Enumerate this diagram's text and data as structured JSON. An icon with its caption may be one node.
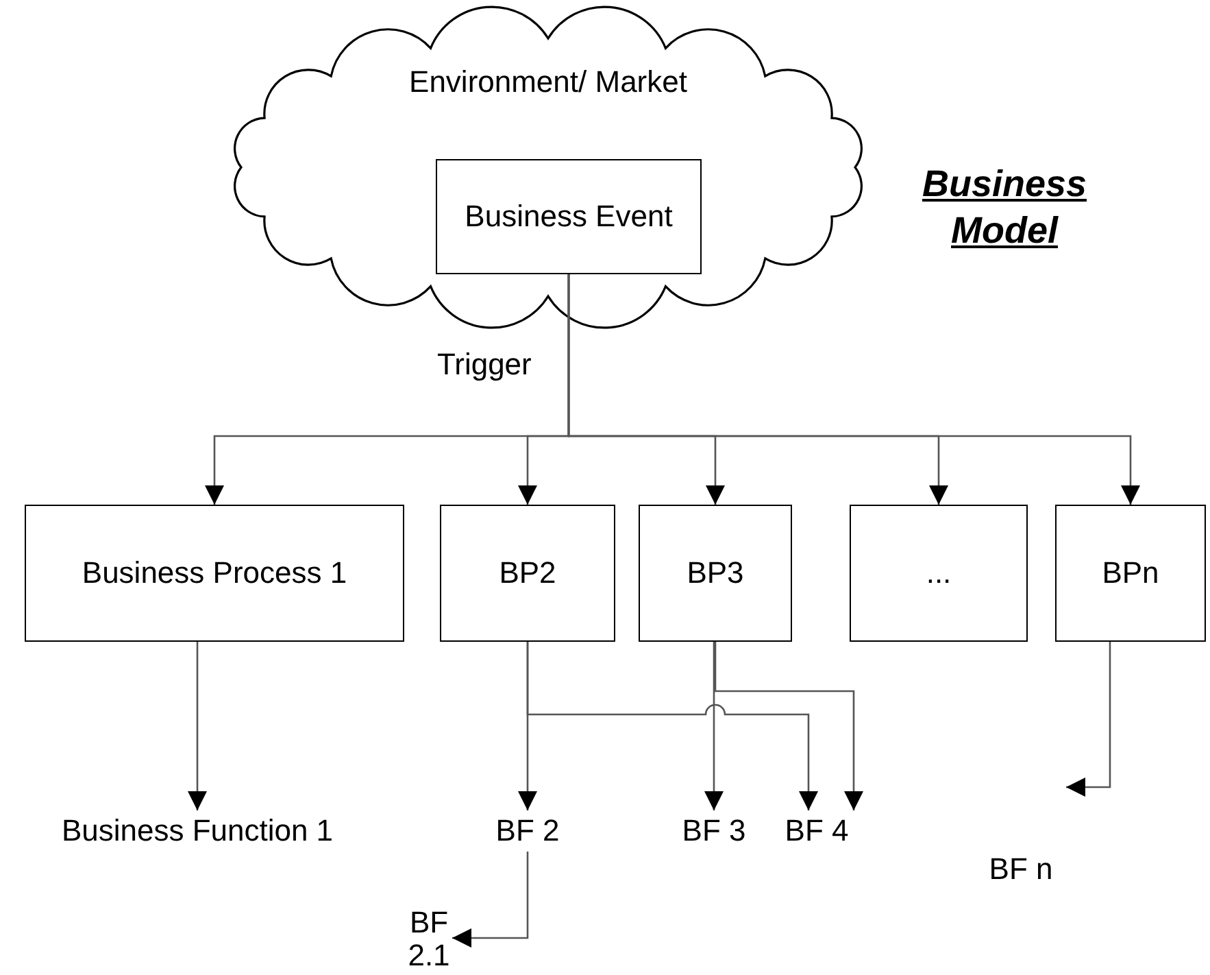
{
  "diagram": {
    "title": "Business Model",
    "nodes": [
      {
        "text": [
          "Environment/ Market"
        ]
      },
      {
        "text": [
          "Business Event"
        ],
        "in": 0
      },
      {
        "text": [
          "Business Process 1"
        ]
      },
      {
        "text": [
          "BP2"
        ]
      },
      {
        "text": [
          "BP3"
        ]
      },
      {
        "text": [
          "..."
        ]
      },
      {
        "text": [
          "BPn"
        ]
      },
      {
        "text": [
          "Business Function 1"
        ]
      },
      {
        "text": [
          "BF 2"
        ]
      },
      {
        "text": [
          "BF 3"
        ]
      },
      {
        "text": [
          "BF 4"
        ]
      },
      {
        "text": [
          "BF n"
        ]
      },
      {
        "text": [
          "BF 2.1"
        ]
      }
    ],
    "edges": [
      {
        "from": 1,
        "to": 2,
        "arrow": "to",
        "label": "Trigger"
      },
      {
        "from": 1,
        "to": 3,
        "arrow": "to"
      },
      {
        "from": 1,
        "to": 4,
        "arrow": "to"
      },
      {
        "from": 1,
        "to": 5,
        "arrow": "to"
      },
      {
        "from": 1,
        "to": 6,
        "arrow": "to"
      },
      {
        "from": 2,
        "to": 7,
        "arrow": "to"
      },
      {
        "from": 3,
        "to": 8,
        "arrow": "to"
      },
      {
        "from": 3,
        "to": 10,
        "arrow": "to"
      },
      {
        "from": 4,
        "to": 9,
        "arrow": "to"
      },
      {
        "from": 4,
        "to": 10,
        "arrow": "to"
      },
      {
        "from": 6,
        "to": 11,
        "arrow": "to"
      },
      {
        "from": 8,
        "to": 12,
        "arrow": "to"
      }
    ]
  }
}
